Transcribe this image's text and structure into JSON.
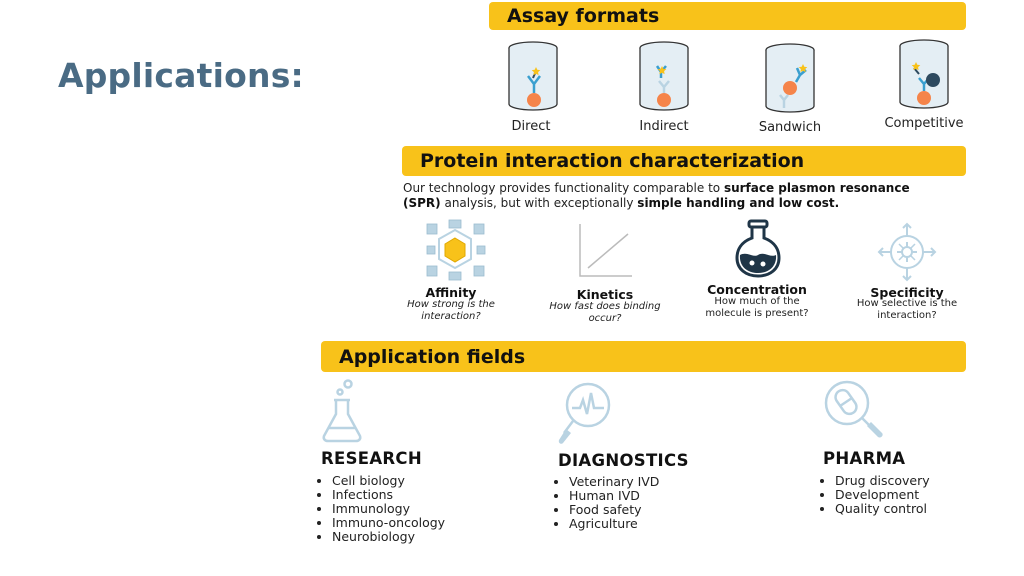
{
  "page": {
    "title": "Applications:"
  },
  "assay_formats": {
    "header": "Assay formats",
    "items": [
      {
        "label": "Direct",
        "icon": "direct-assay-icon"
      },
      {
        "label": "Indirect",
        "icon": "indirect-assay-icon"
      },
      {
        "label": "Sandwich",
        "icon": "sandwich-assay-icon"
      },
      {
        "label": "Competitive",
        "icon": "competitive-assay-icon"
      }
    ]
  },
  "protein": {
    "header": "Protein interaction characterization",
    "desc": {
      "part1": "Our technology provides functionality comparable to ",
      "bold1": "surface plasmon resonance",
      "part2a": "(SPR)",
      "part2b": " analysis, but with exceptionally ",
      "bold2": "simple handling and low cost."
    },
    "props": [
      {
        "title": "Affinity",
        "sub": "How strong is the interaction?",
        "icon": "affinity-icon"
      },
      {
        "title": "Kinetics",
        "sub": "How fast does binding occur?",
        "icon": "kinetics-icon"
      },
      {
        "title": "Concentration",
        "sub": "How much of the molecule is present?",
        "icon": "flask-icon"
      },
      {
        "title": "Specificity",
        "sub": "How selective is the interaction?",
        "icon": "target-icon"
      }
    ]
  },
  "fields": {
    "header": "Application fields",
    "items": [
      {
        "title": "RESEARCH",
        "icon": "beaker-icon",
        "list": [
          "Cell biology",
          "Infections",
          "Immunology",
          "Immuno-oncology",
          "Neurobiology"
        ]
      },
      {
        "title": "DIAGNOSTICS",
        "icon": "magnifier-pulse-icon",
        "list": [
          "Veterinary IVD",
          "Human IVD",
          "Food safety",
          "Agriculture"
        ]
      },
      {
        "title": "PHARMA",
        "icon": "magnifier-pill-icon",
        "list": [
          "Drug discovery",
          "Development",
          "Quality control"
        ]
      }
    ]
  },
  "colors": {
    "accent": "#f8c21a",
    "title": "#4a6b84",
    "icon_light": "#b9d3e2",
    "icon_dark": "#2e4a5f",
    "orange": "#f5844a"
  }
}
